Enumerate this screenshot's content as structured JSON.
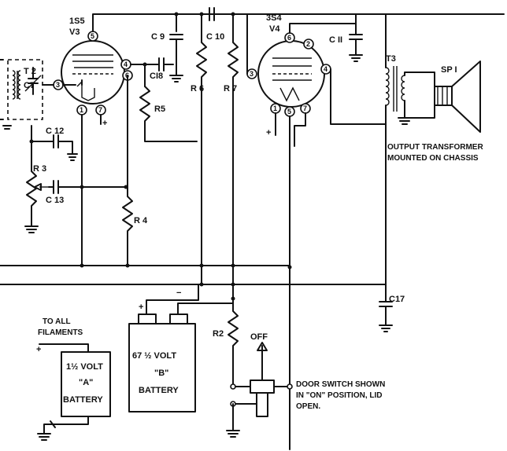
{
  "tubes": [
    {
      "type": "1S5",
      "ref": "V3"
    },
    {
      "type": "3S4",
      "ref": "V4"
    }
  ],
  "components": {
    "T2": "T 2",
    "C7": "C7",
    "C9": "C 9",
    "C10": "C 10",
    "C11": "C II",
    "C12": "C 12",
    "C13": "C 13",
    "C17": "C17",
    "C18": "CI8",
    "R2": "R2",
    "R3": "R 3",
    "R4": "R 4",
    "R5": "R5",
    "R6": "R 6",
    "R7": "R 7",
    "T3": "T3",
    "SP1": "SP I"
  },
  "pins_v3": [
    "5",
    "4",
    "6",
    "3",
    "1",
    "7"
  ],
  "pins_v4": [
    "6",
    "2",
    "4",
    "3",
    "1",
    "5",
    "7"
  ],
  "polarity": {
    "plus": "+",
    "minus": "−"
  },
  "output_note": [
    "OUTPUT TRANSFORMER",
    "MOUNTED ON CHASSIS"
  ],
  "filaments_note": [
    "TO ALL",
    "FILAMENTS"
  ],
  "battery_a": [
    "1½ VOLT",
    "\"A\"",
    "BATTERY"
  ],
  "battery_b": [
    "67 ½ VOLT",
    "\"B\"",
    "BATTERY"
  ],
  "switch": {
    "off_label": "OFF",
    "note": [
      "DOOR SWITCH SHOWN",
      "IN \"ON\" POSITION, LID",
      "OPEN."
    ]
  }
}
